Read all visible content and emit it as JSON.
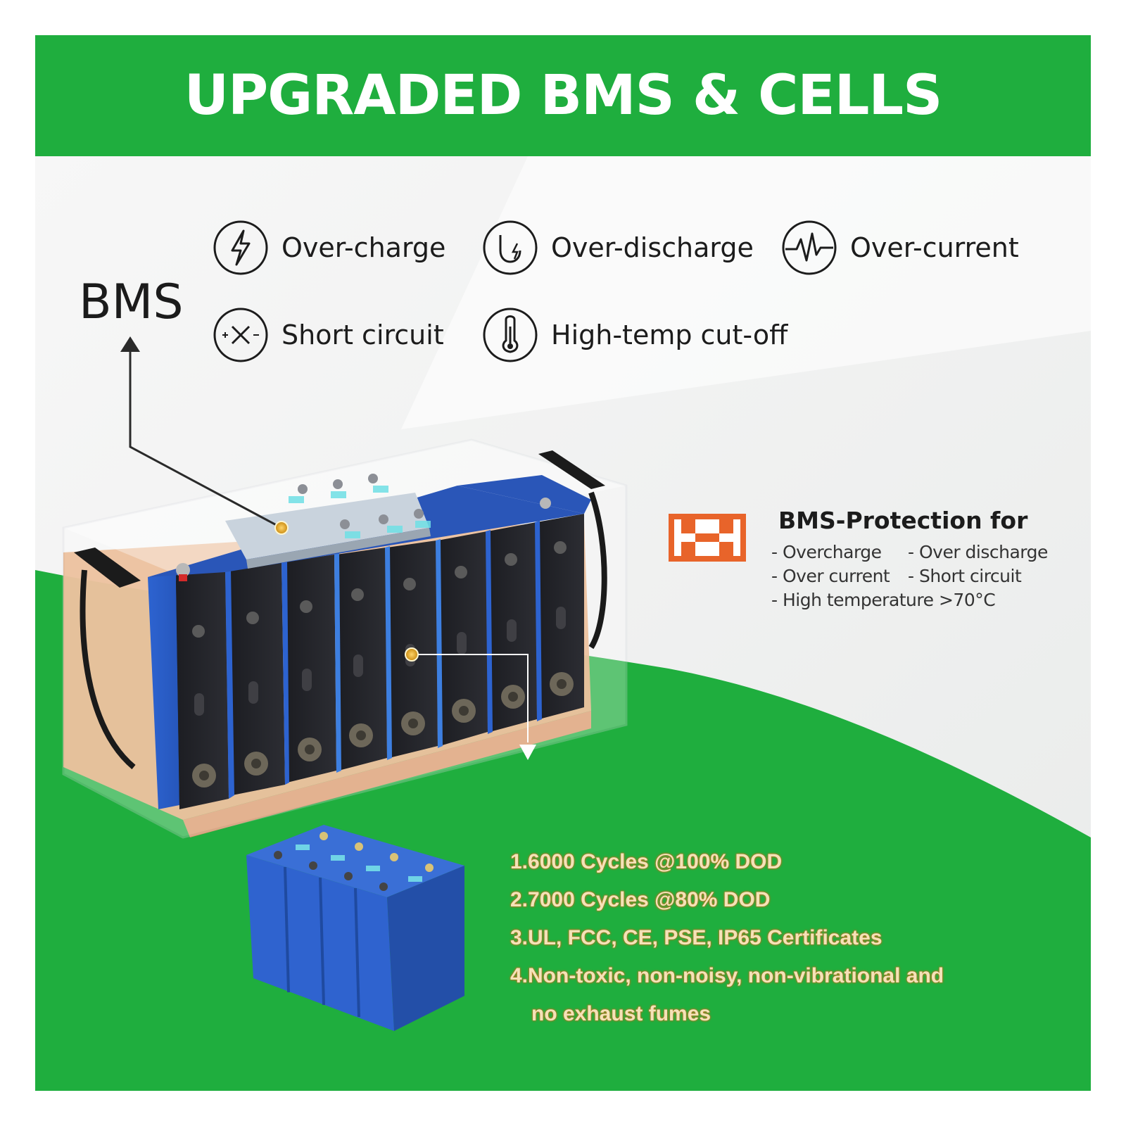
{
  "banner": {
    "title": "UPGRADED BMS & CELLS"
  },
  "bms_label": "BMS",
  "features": [
    {
      "label": "Over-charge",
      "icon": "lightning-icon"
    },
    {
      "label": "Over-discharge",
      "icon": "magnet-bolt-icon"
    },
    {
      "label": "Over-current",
      "icon": "pulse-wave-icon"
    },
    {
      "label": "Short circuit",
      "icon": "short-circuit-x-icon"
    },
    {
      "label": "High-temp cut-off",
      "icon": "thermometer-icon"
    }
  ],
  "protection": {
    "title": "BMS-Protection for",
    "items": [
      "- Overcharge",
      "- Over discharge",
      "- Over current",
      "- Short circuit",
      "- High temperature >70°C"
    ]
  },
  "specs": [
    "1.6000 Cycles @100% DOD",
    "2.7000 Cycles @80% DOD",
    "3.UL, FCC, CE, PSE, IP65 Certificates",
    "4.Non-toxic, non-noisy, non-vibrational and",
    "no exhaust fumes"
  ],
  "colors": {
    "brand_green": "#1fae3e",
    "cell_blue": "#2f5fc4",
    "accent_orange": "#e8642a",
    "spec_text": "#f4e2b8"
  }
}
